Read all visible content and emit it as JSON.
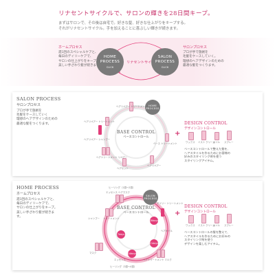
{
  "header": {
    "title": "リナセントサイクルで、サロンの輝きを28日間キープ。",
    "intro_lines": [
      "まずはサロンで、その後は自宅で。好きな髪、好きな仕上がりをキープする。",
      "それがリナセントサイクル。手を加えることに喜ぶしい輝きが続きます。"
    ]
  },
  "cycle": {
    "home_title": "ホームプロセス",
    "home_desc": [
      "週1回のスペシャルケアと、",
      "毎日のデイリーケアで、",
      "サロンの仕上がりをキープ。",
      "美しい手ざわり髪が続きます。"
    ],
    "home_circle": [
      "HOME",
      "PROCESS"
    ],
    "home_circle_sub": "CLICK",
    "center_label": "リナセントサイクル",
    "salon_circle": [
      "SALON",
      "PROCESS"
    ],
    "salon_circle_sub": "CLICK",
    "salon_title": "サロンプロセス",
    "salon_desc": [
      "プロが手で施術を",
      "毛髪をケースしていく。",
      "理想のヘアデザインのための",
      "最適な髪をつくります。"
    ]
  },
  "salon_panel": {
    "title_en": "SALON PROCESS",
    "title_ja": "サロンプロセス",
    "desc": [
      "プロが手で施術を",
      "毛髪をケースしていく",
      "理想のヘアデザインのための",
      "最適な髪をつくります。"
    ],
    "small_circle": [
      "HOME",
      "PROCESS"
    ],
    "base_en": "BASE CONTROL",
    "base_ja": "ベースコントロール",
    "labels": [
      "ヘアリペアー トリートメント",
      "ヘアリペアー トリートメント",
      "ヘアリペアー シャンプー",
      "ヘアトリートメント リペアー",
      "ヘアセット",
      "ヘアリペアー",
      "ベース トリートメント"
    ],
    "plus": "+",
    "dc_en": "DESIGN CONTROL",
    "dc_ja": "デザインコントロール",
    "dc_items": [
      "ワックス",
      "ミスト クリーム",
      "オイル",
      "スプレー"
    ],
    "dc_desc": [
      "ベースコントロールで整えた髪を、",
      "ヘアスタイルを作るためにお客様の",
      "好みのスタイリング剤を使う",
      "スタイリングアイテム。"
    ]
  },
  "home_panel": {
    "title_en": "HOME PROCESS",
    "title_ja": "ホームプロセス",
    "desc": [
      "週1回のスペシャルケアと、",
      "毎日のデイリーケアで、",
      "サロンの仕上がりをキープ。",
      "美しい手ざわり髪が続きます。"
    ],
    "small_circle": [
      "SALON",
      "PROCESS"
    ],
    "base_en": "BASE CONTROL",
    "base_ja": "ベースコントロール",
    "top_label": "ヒーリング（1週〜2週）",
    "bottom_label": "ヒーリング（3週〜4週）",
    "days": [
      "7days",
      "14days",
      "21days",
      "28days"
    ],
    "labels": [
      "エッセンス ヘアマスク",
      "シャンプー",
      "トリートメント",
      "マスク",
      "エッセンス",
      "ヘアトリートメント ミルク",
      "ヘアオイル",
      "デイリー トリートメント"
    ],
    "plus": "+",
    "dc_en": "DESIGN CONTROL",
    "dc_ja": "デザインコントロール",
    "dc_items": [
      "ワックス",
      "ミスト クリーム",
      "オイル",
      "スプレー"
    ],
    "dc_desc": [
      "ベースコントロールの髪を整えて、",
      "ヘアスタイルを作るためにお好みの",
      "スタイリング剤を使う",
      "デザインを楽しむアイテム。"
    ]
  }
}
